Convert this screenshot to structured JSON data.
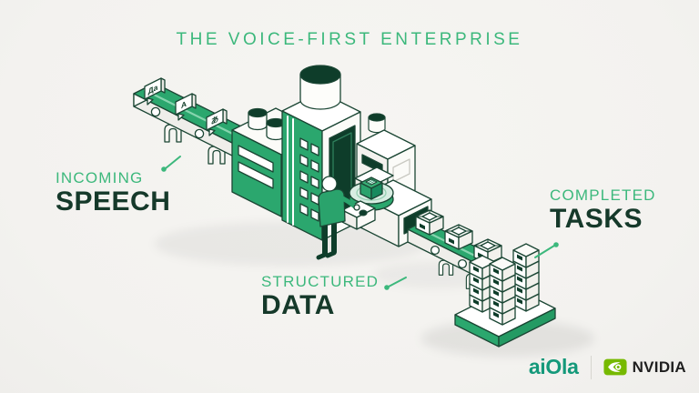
{
  "title": "THE VOICE-FIRST ENTERPRISE",
  "labels": {
    "incoming": {
      "line1": "INCOMING",
      "line2": "SPEECH"
    },
    "structured": {
      "line1": "STRUCTURED",
      "line2": "DATA"
    },
    "completed": {
      "line1": "COMPLETED",
      "line2": "TASKS"
    }
  },
  "illustration": {
    "description": "Isometric factory: speech tiles on an incoming conveyor enter a processing plant; structured data cube on a turntable; completed task crates exit on an outgoing conveyor and stack on a pallet",
    "speech_tiles": [
      "Да",
      "A",
      "あ"
    ]
  },
  "footer": {
    "aiola": "aiOla",
    "nvidia": "NVIDIA"
  },
  "colors": {
    "background": "#f4f3f0",
    "accent_green": "#2ba76e",
    "dark_green": "#0e3d2a",
    "outline_green": "#1b4634",
    "label_green": "#3cb87c",
    "label_dark": "#15392a",
    "aiola_green": "#14997a",
    "nvidia_green": "#76b900"
  }
}
